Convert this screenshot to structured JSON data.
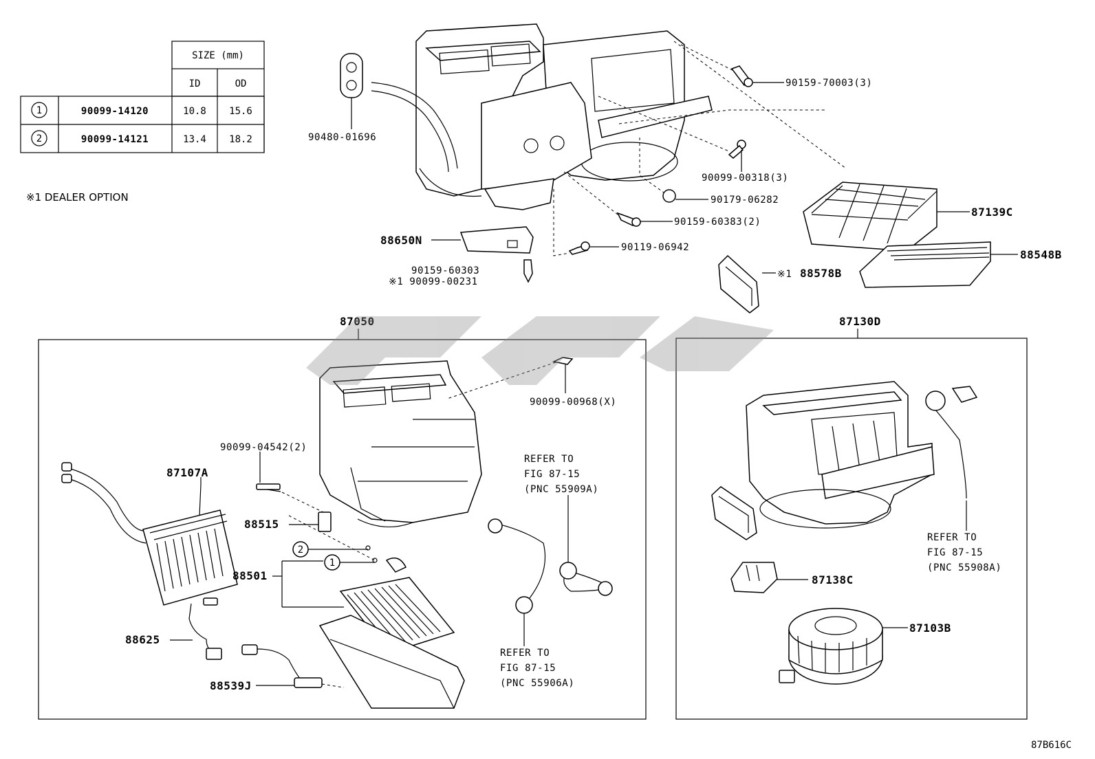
{
  "table": {
    "size_header": "SIZE (mm)",
    "col_id": "ID",
    "col_od": "OD",
    "rows": [
      {
        "mark": "1",
        "part": "90099-14120",
        "id": "10.8",
        "od": "15.6"
      },
      {
        "mark": "2",
        "part": "90099-14121",
        "id": "13.4",
        "od": "18.2"
      }
    ]
  },
  "note": "※1  DEALER OPTION",
  "labels": {
    "p90159_70003": "90159-70003(3)",
    "p90480_01696": "90480-01696",
    "p90099_00318": "90099-00318(3)",
    "p90179_06282": "90179-06282",
    "p90159_60383": "90159-60383(2)",
    "p87139C": "87139C",
    "p88650N": "88650N",
    "p90119_06942": "90119-06942",
    "p88548B": "88548B",
    "p90159_60303": "90159-60303",
    "p90099_00231": "※1 90099-00231",
    "p88578B_mark": "※1",
    "p88578B": "88578B",
    "p87050": "87050",
    "p87130D": "87130D",
    "p90099_00968": "90099-00968(X)",
    "p90099_04542": "90099-04542(2)",
    "p87107A": "87107A",
    "p88515": "88515",
    "p88501": "88501",
    "p88625": "88625",
    "p88539J": "88539J",
    "p87138C": "87138C",
    "p87103B": "87103B",
    "circle1": "1",
    "circle2": "2"
  },
  "refers": {
    "a": {
      "l1": "REFER TO",
      "l2": "FIG 87-15",
      "l3": "(PNC 55909A)"
    },
    "b": {
      "l1": "REFER TO",
      "l2": "FIG 87-15",
      "l3": "(PNC 55906A)"
    },
    "c": {
      "l1": "REFER TO",
      "l2": "FIG 87-15",
      "l3": "(PNC 55908A)"
    }
  },
  "figure_code": "87B616C"
}
